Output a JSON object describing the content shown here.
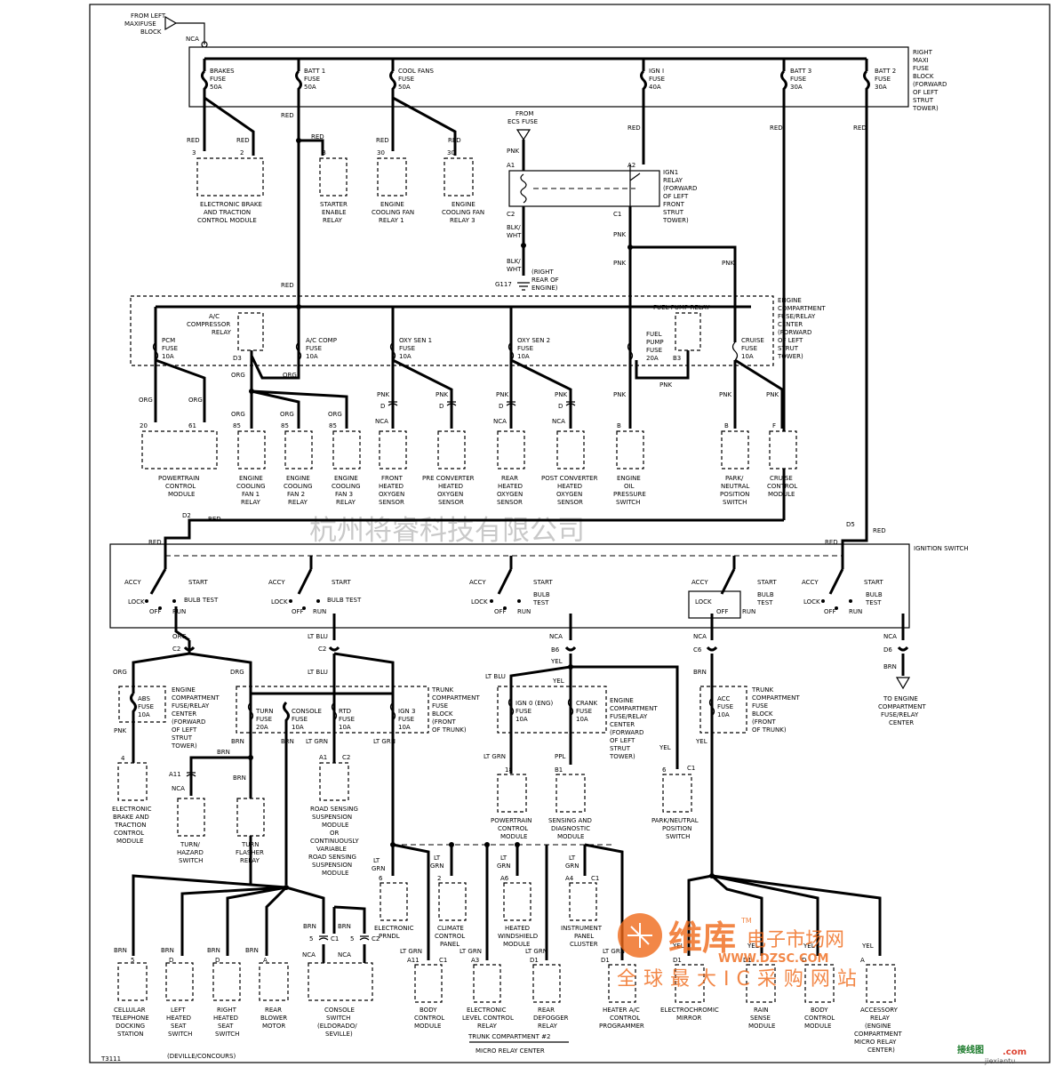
{
  "top": {
    "from_left": "FROM LEFT",
    "maxifuse": "MAXIFUSE",
    "block": "BLOCK",
    "nca": "NCA",
    "right_maxi": [
      "RIGHT",
      "MAXI",
      "FUSE",
      "BLOCK",
      "(FORWARD",
      "OF LEFT",
      "STRUT",
      "TOWER)"
    ]
  },
  "fuses_top": [
    {
      "name": "BRAKES",
      "rating": "50A"
    },
    {
      "name": "BATT 1",
      "rating": "50A"
    },
    {
      "name": "COOL FANS",
      "rating": "50A"
    },
    {
      "name": "IGN I",
      "rating": "40A"
    },
    {
      "name": "BATT 3",
      "rating": "30A"
    },
    {
      "name": "BATT 2",
      "rating": "30A"
    }
  ],
  "fuse_word": "FUSE",
  "wire": {
    "red": "RED",
    "pnk": "PNK",
    "org": "ORG",
    "brn": "BRN",
    "yel": "YEL",
    "ltgrn": "LT GRN",
    "ltblu": "LT BLU",
    "blkwht1": "BLK/",
    "blkwht2": "WHT",
    "ppl": "PPL",
    "dgr": "DRG",
    "ltgrn2a": "LT",
    "ltgrn2b": "GRN"
  },
  "modules_top": {
    "ebtcm": [
      "ELECTRONIC BRAKE",
      "AND TRACTION",
      "CONTROL MODULE"
    ],
    "starter": [
      "STARTER",
      "ENABLE",
      "RELAY"
    ],
    "fan1": [
      "ENGINE",
      "COOLING FAN",
      "RELAY 1"
    ],
    "fan3": [
      "ENGINE",
      "COOLING FAN",
      "RELAY 3"
    ],
    "from_ecs": [
      "FROM",
      "ECS FUSE"
    ],
    "ign1_relay": [
      "IGN1",
      "RELAY",
      "(FORWARD",
      "OF LEFT",
      "FRONT",
      "STRUT",
      "TOWER)"
    ],
    "g117": "G117",
    "g117_note": [
      "(RIGHT",
      "REAR OF",
      "ENGINE)"
    ]
  },
  "pins_top": {
    "p3": "3",
    "p2": "2",
    "pb": "B",
    "p30": "30",
    "p30b": "30",
    "a1": "A1",
    "a2": "A2",
    "c2": "C2",
    "c1": "C1"
  },
  "mid": {
    "ac_comp_relay": [
      "A/C",
      "COMPRESSOR",
      "RELAY"
    ],
    "pcm": [
      "PCM",
      "FUSE",
      "10A"
    ],
    "ac_comp": [
      "A/C COMP",
      "FUSE",
      "10A"
    ],
    "oxy1": [
      "OXY SEN 1",
      "FUSE",
      "10A"
    ],
    "oxy2": [
      "OXY SEN 2",
      "FUSE",
      "10A"
    ],
    "fuel_pump_relay": "FUEL PUMP RELAY",
    "fuel_pump": [
      "FUEL",
      "PUMP",
      "FUSE",
      "20A"
    ],
    "cruise": [
      "CRUISE",
      "FUSE",
      "10A"
    ],
    "center": [
      "ENGINE",
      "COMPARTMENT",
      "FUSE/RELAY",
      "CENTER",
      "(FORWARD",
      "OF LEFT",
      "STRUT",
      "TOWER)"
    ],
    "d3": "D3",
    "b3": "B3"
  },
  "mid_modules": {
    "pcm": [
      "POWERTRAIN",
      "CONTROL",
      "MODULE"
    ],
    "fan1": [
      "ENGINE",
      "COOLING",
      "FAN 1",
      "RELAY"
    ],
    "fan2": [
      "ENGINE",
      "COOLING",
      "FAN 2",
      "RELAY"
    ],
    "fan3": [
      "ENGINE",
      "COOLING",
      "FAN 3",
      "RELAY"
    ],
    "front_o2": [
      "FRONT",
      "HEATED",
      "OXYGEN",
      "SENSOR"
    ],
    "pre_cat": [
      "PRE CONVERTER",
      "HEATED",
      "OXYGEN",
      "SENSOR"
    ],
    "rear_o2": [
      "REAR",
      "HEATED",
      "OXYGEN",
      "SENSOR"
    ],
    "post_cat": [
      "POST CONVERTER",
      "HEATED",
      "OXYGEN",
      "SENSOR"
    ],
    "oil": [
      "ENGINE",
      "OIL",
      "PRESSURE",
      "SWITCH"
    ],
    "pnp": [
      "PARK/",
      "NEUTRAL",
      "POSITION",
      "SWITCH"
    ],
    "cruise": [
      "CRUISE",
      "CONTROL",
      "MODULE"
    ]
  },
  "pins_mid": {
    "p20": "20",
    "p61": "61",
    "p85": "85",
    "pd": "D",
    "pb": "B",
    "pf": "F",
    "nca": "NCA"
  },
  "watermark": "杭州将睿科技有限公司",
  "ignition": {
    "title": "IGNITION SWITCH",
    "d2": "D2",
    "d5": "D5",
    "accy": "ACCY",
    "start": "START",
    "lock": "LOCK",
    "off": "OFF",
    "run": "RUN",
    "bulb": "BULB TEST",
    "bulb1": "BULB",
    "bulb2": "TEST"
  },
  "lower": {
    "c2": "C2",
    "b6": "B6",
    "c6": "C6",
    "d6": "D6",
    "to_engine": [
      "TO ENGINE",
      "COMPARTMENT",
      "FUSE/RELAY",
      "CENTER"
    ],
    "abs": [
      "ABS",
      "FUSE",
      "10A"
    ],
    "turn": [
      "TURN",
      "FUSE",
      "20A"
    ],
    "console": [
      "CONSOLE",
      "FUSE",
      "10A"
    ],
    "rtd": [
      "RTD",
      "FUSE",
      "10A"
    ],
    "ign3": [
      "IGN 3",
      "FUSE",
      "10A"
    ],
    "ign0": [
      "IGN 0 (ENG)",
      "FUSE",
      "10A"
    ],
    "crank": [
      "CRANK",
      "FUSE",
      "10A"
    ],
    "acc": [
      "ACC",
      "FUSE",
      "10A"
    ],
    "eng_center": [
      "ENGINE",
      "COMPARTMENT",
      "FUSE/RELAY",
      "CENTER",
      "(FORWARD",
      "OF LEFT",
      "STRUT",
      "TOWER)"
    ],
    "trunk_block": [
      "TRUNK",
      "COMPARTMENT",
      "FUSE",
      "BLOCK",
      "(FRONT",
      "OF TRUNK)"
    ]
  },
  "lower_modules": {
    "ebtcm": [
      "ELECTRONIC",
      "BRAKE AND",
      "TRACTION",
      "CONTROL",
      "MODULE"
    ],
    "hazard": [
      "TURN/",
      "HAZARD",
      "SWITCH"
    ],
    "flasher": [
      "TURN",
      "FLASHER",
      "RELAY"
    ],
    "rss": [
      "ROAD SENSING",
      "SUSPENSION",
      "MODULE",
      "OR",
      "CONTINUOUSLY",
      "VARIABLE",
      "ROAD SENSING",
      "SUSPENSION",
      "MODULE"
    ],
    "pcm": [
      "POWERTRAIN",
      "CONTROL",
      "MODULE"
    ],
    "sdm": [
      "SENSING AND",
      "DIAGNOSTIC",
      "MODULE"
    ],
    "pnp": [
      "PARK/NEUTRAL",
      "POSITION",
      "SWITCH"
    ],
    "prndl": [
      "ELECTRONIC",
      "PRNDL"
    ],
    "ccp": [
      "CLIMATE",
      "CONTROL",
      "PANEL"
    ],
    "windshield": [
      "HEATED",
      "WINDSHIELD",
      "MODULE"
    ],
    "ipc": [
      "INSTRUMENT",
      "PANEL",
      "CLUSTER"
    ],
    "cell": [
      "CELLULAR",
      "TELEPHONE",
      "DOCKING",
      "STATION"
    ],
    "lseat": [
      "LEFT",
      "HEATED",
      "SEAT",
      "SWITCH"
    ],
    "rseat": [
      "RIGHT",
      "HEATED",
      "SEAT",
      "SWITCH"
    ],
    "blower": [
      "REAR",
      "BLOWER",
      "MOTOR"
    ],
    "console_sw": [
      "CONSOLE",
      "SWITCH",
      "(ELDORADO/",
      "SEVILLE)"
    ],
    "bcm": [
      "BODY",
      "CONTROL",
      "MODULE"
    ],
    "elc": [
      "ELECTRONIC",
      "LEVEL CONTROL",
      "RELAY"
    ],
    "defog": [
      "REAR",
      "DEFOGGER",
      "RELAY"
    ],
    "hvac": [
      "HEATER A/C",
      "CONTROL",
      "PROGRAMMER"
    ],
    "mirror": [
      "ELECTROCHROMIC",
      "MIRROR"
    ],
    "rain": [
      "RAIN",
      "SENSE",
      "MODULE"
    ],
    "bcm2": [
      "BODY",
      "CONTROL",
      "MODULE"
    ],
    "acc_relay": [
      "ACCESSORY",
      "RELAY",
      "(ENGINE",
      "COMPARTMENT",
      "MICRO RELAY",
      "CENTER)"
    ],
    "deville": "(DEVILLE/CONCOURS)",
    "trunk2": [
      "TRUNK COMPARTMENT #2",
      "MICRO RELAY CENTER"
    ]
  },
  "pins_low": {
    "p4": "4",
    "a11": "A11",
    "a1": "A1",
    "c2": "C2",
    "p18": "18",
    "b1": "B1",
    "p6": "6",
    "c1": "C1",
    "p2": "2",
    "a6": "A6",
    "a4": "A4",
    "p5": "5",
    "d": "D",
    "a": "A",
    "a3": "A3",
    "d1": "D1"
  },
  "code": "T3111",
  "logo": {
    "main": "维库",
    "sub": "电子市场网",
    "url": "WWW.DZSC.COM",
    "slogan": "全球最大IC采购网站",
    "tm": "TM"
  },
  "corner": {
    "a": "接线图",
    "b": ".com",
    "c": "jiexiantu"
  }
}
